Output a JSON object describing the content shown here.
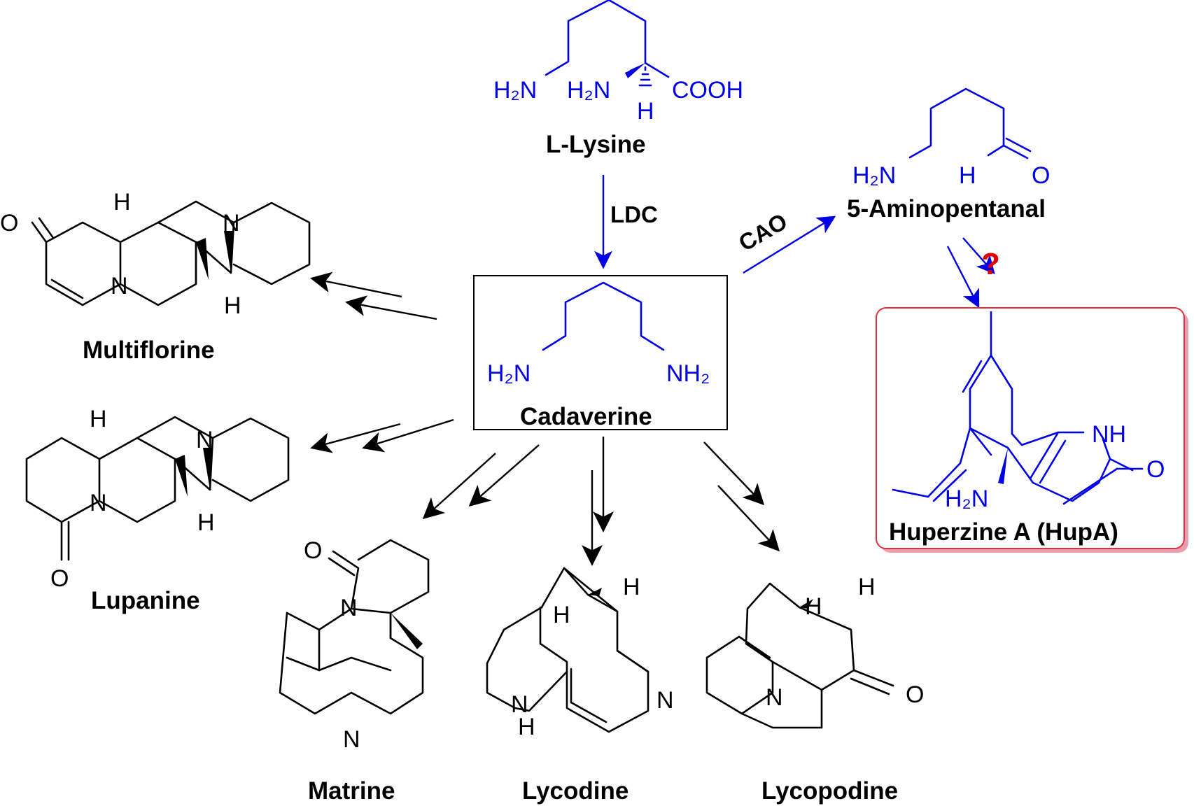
{
  "colors": {
    "bond": "#000000",
    "precursor": "#0000e6",
    "highlight_box": "#e03040",
    "highlight_shadow": "#e8a0b0",
    "question": "#e00000"
  },
  "icons": {
    "arrowhead": "filled-triangle"
  },
  "compounds": {
    "lysine": {
      "name": "L-Lysine",
      "atoms": {
        "amine1": "H₂N",
        "amine2": "H₂N",
        "h": "H",
        "acid": "COOH"
      }
    },
    "cadaverine": {
      "name": "Cadaverine",
      "atoms": {
        "amine1": "H₂N",
        "amine2": "NH₂"
      }
    },
    "aminopentanal": {
      "name": "5-Aminopentanal",
      "atoms": {
        "amine": "H₂N",
        "h": "H",
        "o": "O"
      }
    },
    "huperzine": {
      "name": "Huperzine A (HupA)",
      "atoms": {
        "nh": "NH",
        "o": "O",
        "amine": "H₂N"
      }
    },
    "multiflorine": {
      "name": "Multiflorine",
      "atoms": {
        "o": "O",
        "h1": "H",
        "n1": "N",
        "n2": "N",
        "h2": "H"
      }
    },
    "lupanine": {
      "name": "Lupanine",
      "atoms": {
        "h1": "H",
        "n1": "N",
        "n2": "N",
        "h2": "H",
        "o": "O"
      }
    },
    "matrine": {
      "name": "Matrine",
      "atoms": {
        "o": "O",
        "n1": "N",
        "n2": "N"
      }
    },
    "lycodine": {
      "name": "Lycodine",
      "atoms": {
        "h1": "H",
        "h2": "H",
        "n1": "N",
        "nh": "N",
        "h3": "H"
      }
    },
    "lycopodine": {
      "name": "Lycopodine",
      "atoms": {
        "h1": "H",
        "h2": "H",
        "n": "N",
        "o": "O"
      }
    }
  },
  "enzymes": {
    "ldc": "LDC",
    "cao": "CAO"
  },
  "unknown_step": "?"
}
